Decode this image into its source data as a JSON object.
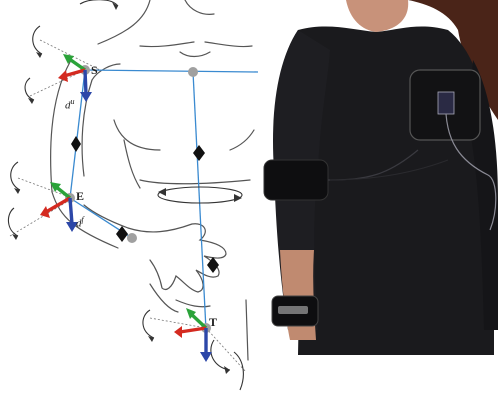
{
  "labels": {
    "shoulder": "S",
    "elbow": "E",
    "wrist": "T",
    "upper_arm_distance": "d",
    "upper_arm_sup": "u",
    "forearm_distance": "d",
    "forearm_sup": "f"
  },
  "colors": {
    "axis_x": "#d42a20",
    "axis_y": "#2ba33a",
    "axis_z": "#2c47a8",
    "skeleton_line": "#3a8ad0",
    "joint": "#a0a0a0",
    "sensor": "#111111",
    "outline": "#555555",
    "rotation_arrow": "#333333",
    "garment": "#1a1a1d"
  },
  "icons": [
    "curved-rotation-arrow-icon",
    "sensor-diamond-icon",
    "joint-dot-icon"
  ]
}
